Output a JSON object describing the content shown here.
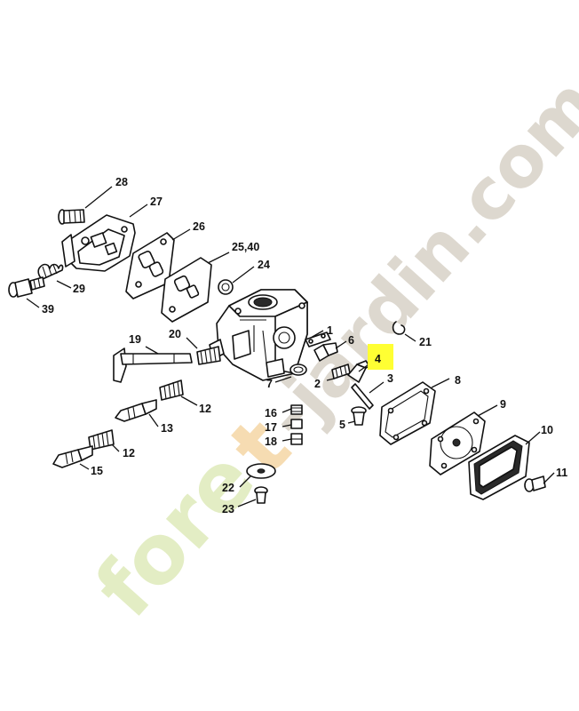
{
  "diagram": {
    "highlight_color": "#ffff33",
    "highlighted_label": "4",
    "labels": {
      "l1": "1",
      "l2": "2",
      "l3": "3",
      "l4": "4",
      "l5": "5",
      "l6": "6",
      "l7": "7",
      "l8": "8",
      "l9": "9",
      "l10": "10",
      "l11": "11",
      "l12a": "12",
      "l12b": "12",
      "l13": "13",
      "l15": "15",
      "l16": "16",
      "l17": "17",
      "l18": "18",
      "l19": "19",
      "l20": "20",
      "l21": "21",
      "l22": "22",
      "l23": "23",
      "l24": "24",
      "l2540": "25,40",
      "l26": "26",
      "l27": "27",
      "l28": "28",
      "l29": "29",
      "l39": "39"
    }
  },
  "watermark": {
    "part1": "fore",
    "part2": "t",
    "part3": "-jardin.com",
    "colors": {
      "green": "#e3edc4",
      "orange": "#f6dcb2",
      "grey": "#ddd8cf"
    }
  }
}
